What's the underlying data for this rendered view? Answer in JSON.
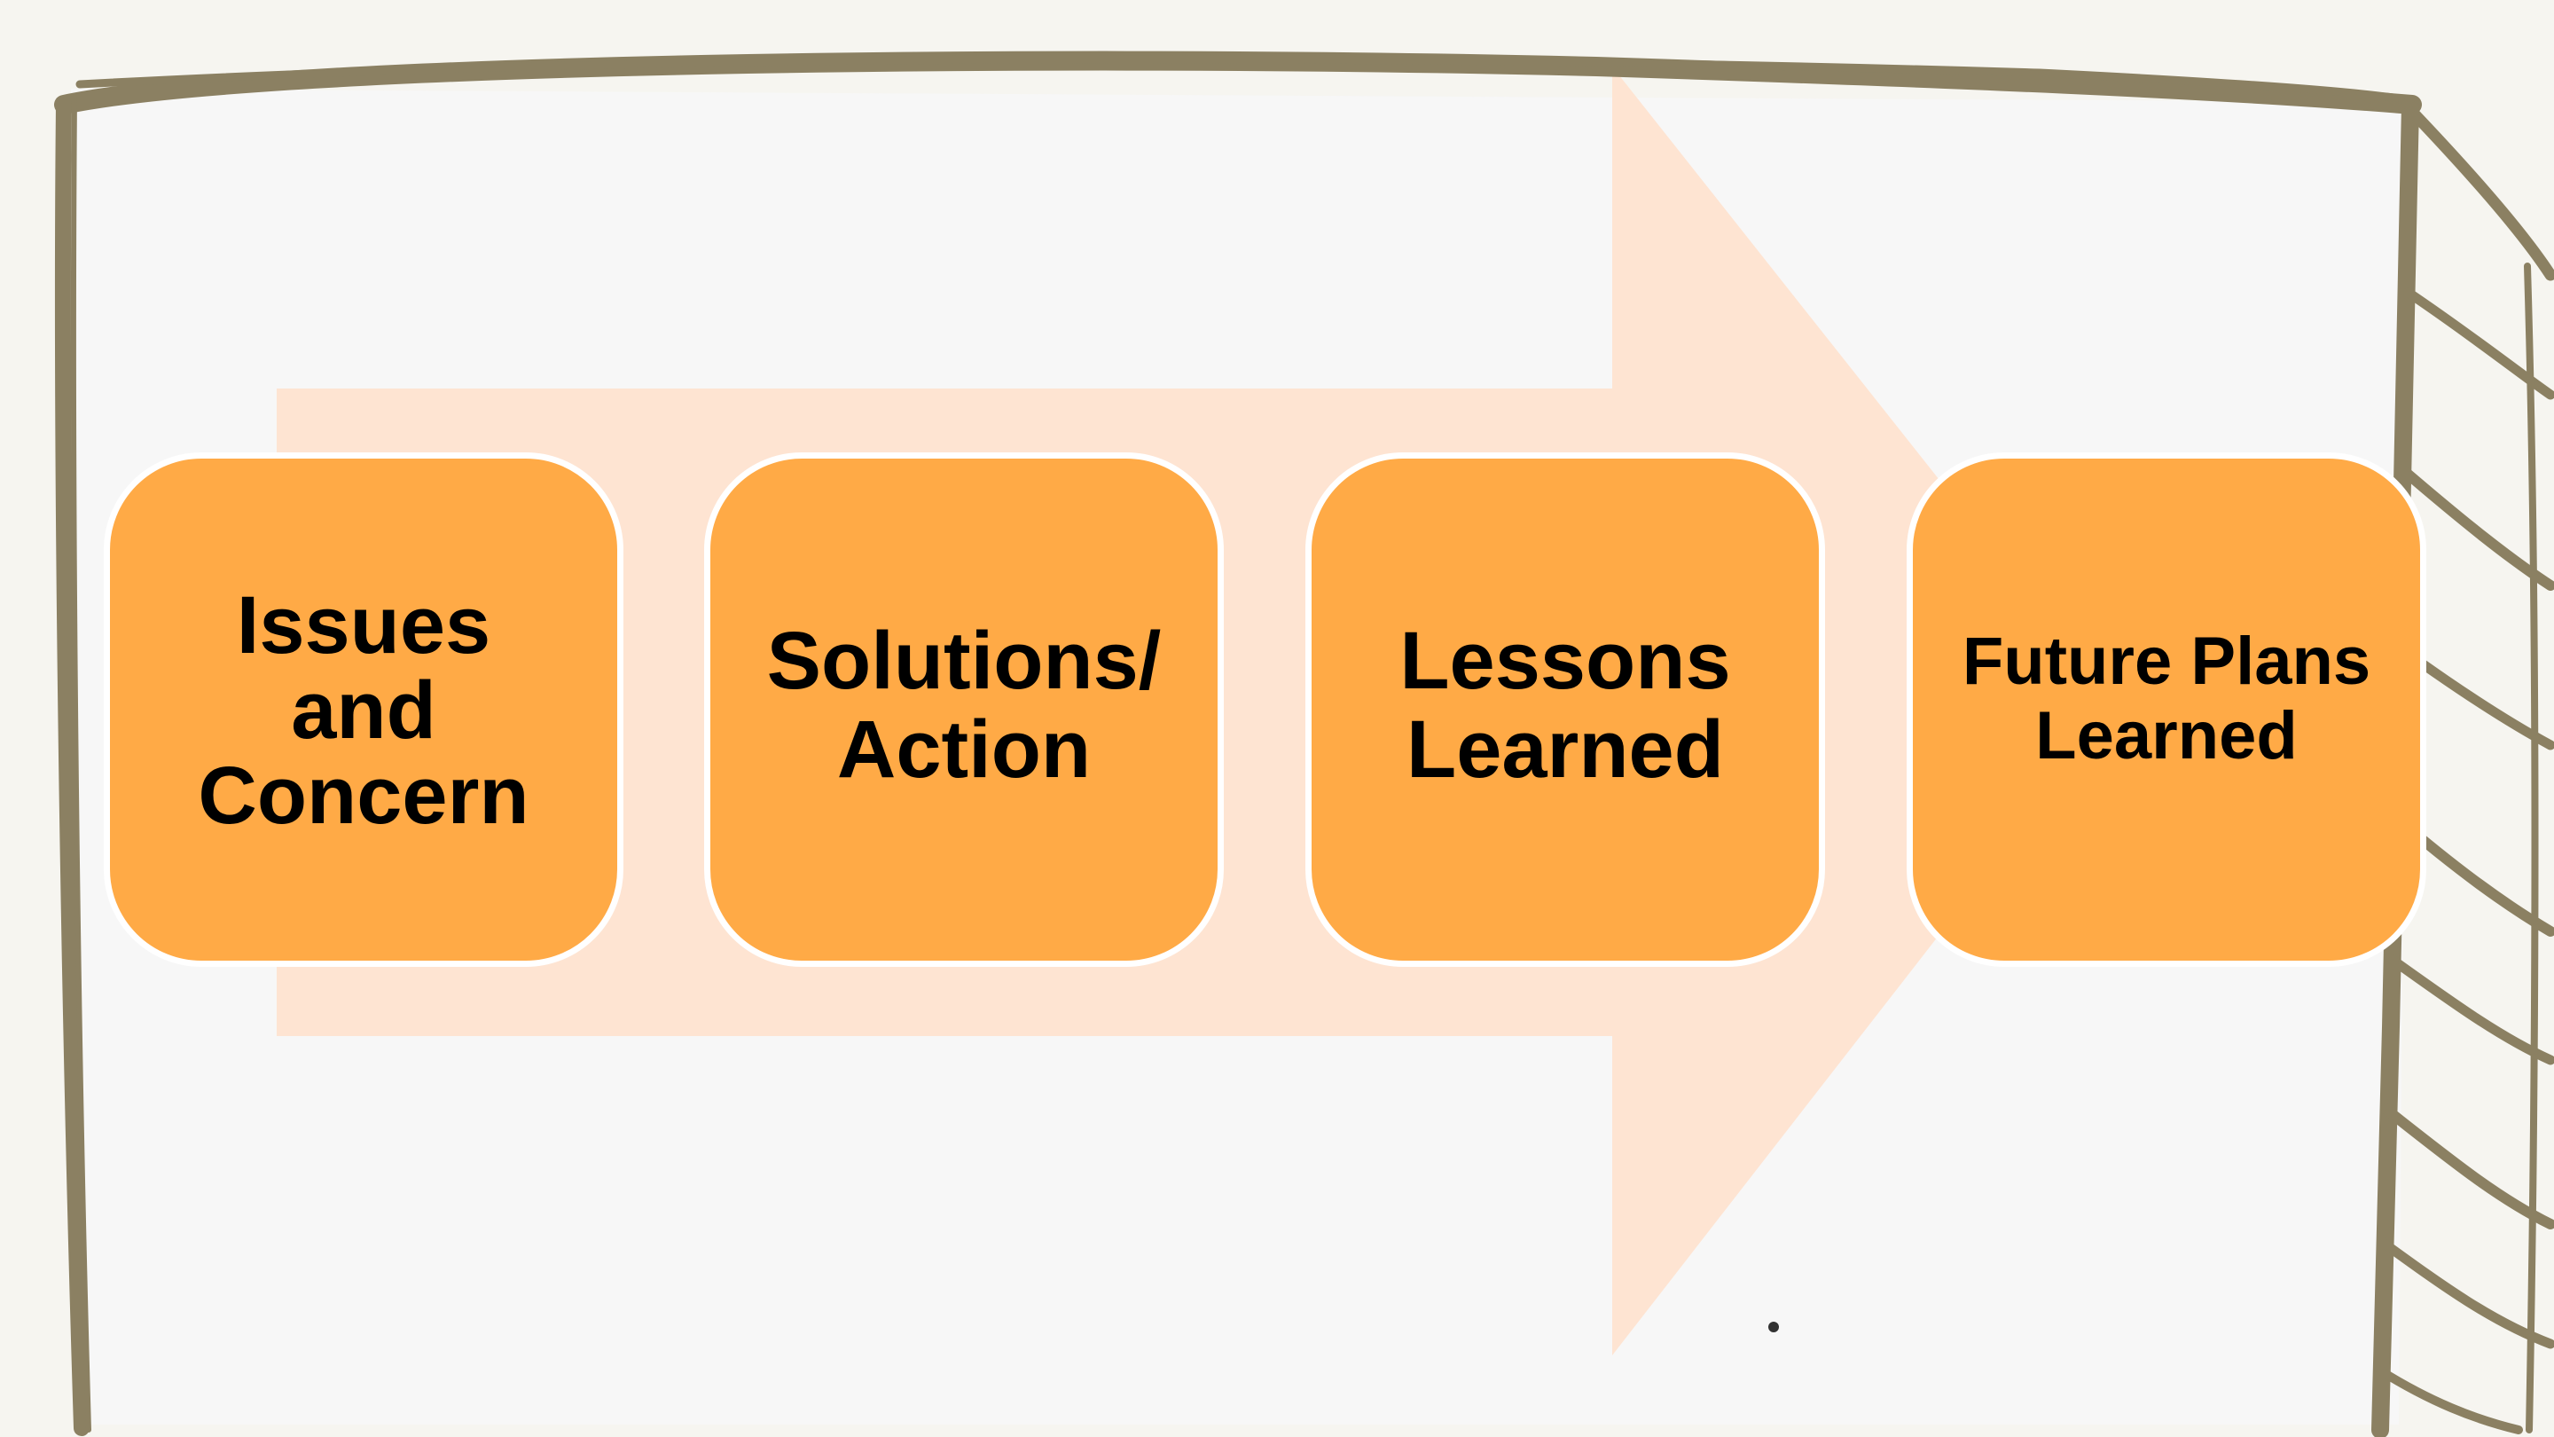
{
  "diagram": {
    "steps": [
      {
        "id": "issues",
        "label": "Issues\nand\nConcern"
      },
      {
        "id": "solutions",
        "label": "Solutions/\nAction"
      },
      {
        "id": "lessons",
        "label": "Lessons\nLearned"
      },
      {
        "id": "future",
        "label": "Future Plans\nLearned"
      }
    ]
  },
  "colors": {
    "box_fill": "#ffaa46",
    "box_border": "#ffffff",
    "arrow_fill": "#fee4d2",
    "frame_stroke": "#8b8062",
    "paper": "#f7f7f7",
    "background": "#f6f5f0"
  }
}
